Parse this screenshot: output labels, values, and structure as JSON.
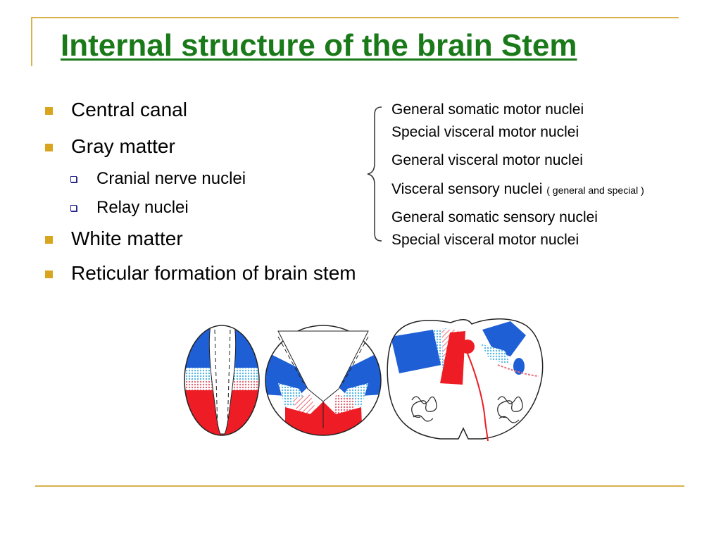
{
  "slide": {
    "title": "Internal structure of the brain Stem"
  },
  "bullets": {
    "central_canal": "Central canal",
    "gray_matter": "Gray matter",
    "cranial_nerve_nuclei": "Cranial nerve nuclei",
    "relay_nuclei": "Relay  nuclei",
    "white_matter": "White matter",
    "reticular_formation": "Reticular formation of brain stem"
  },
  "nuclei": {
    "line1": "General somatic motor nuclei",
    "line2": "Special visceral motor nuclei",
    "line3": "General visceral motor nuclei",
    "line4": "Visceral sensory nuclei",
    "line4_note": "( general   and special )",
    "line5": "General somatic sensory nuclei",
    "line6": "Special visceral motor nuclei"
  },
  "colors": {
    "title": "#1a7a1a",
    "bullet_marker": "#d9a41e",
    "frame_rule": "#d9b24c",
    "somatic_motor": "#1e5fd6",
    "visceral_motor": "#6cc4e8",
    "visceral_sensory": "#e89aa0",
    "somatic_sensory": "#ee1c24"
  }
}
